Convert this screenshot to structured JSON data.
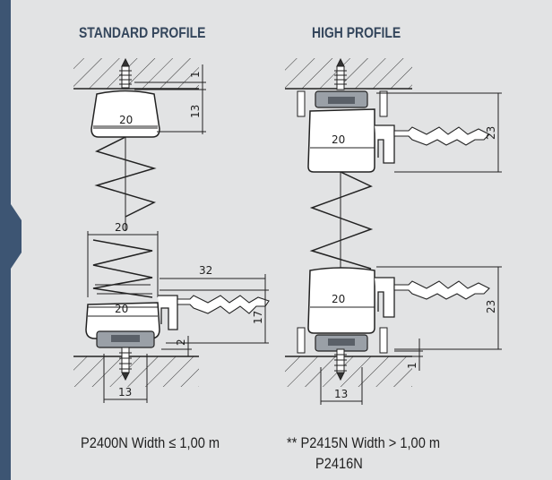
{
  "headings": {
    "standard": "STANDARD PROFILE",
    "high": "HIGH PROFILE"
  },
  "standard_dims": {
    "top_gap": "1",
    "carrier_height": "13",
    "carrier_width": "20",
    "stack_width": "20",
    "arm_length": "32",
    "bottom_width": "20",
    "total_height": "17",
    "gap": "2",
    "rail_width": "13"
  },
  "high_dims": {
    "carrier_width": "20",
    "top_height": "23",
    "bottom_width": "20",
    "bottom_height": "23",
    "gap": "1",
    "rail_width": "13"
  },
  "captions": {
    "standard": "P2400N Width ≤ 1,00 m",
    "high_line1": "** P2415N Width > 1,00 m",
    "high_line2": "P2416N"
  },
  "colors": {
    "background": "#e2e3e4",
    "accent": "#3d5573",
    "heading": "#34465c"
  }
}
